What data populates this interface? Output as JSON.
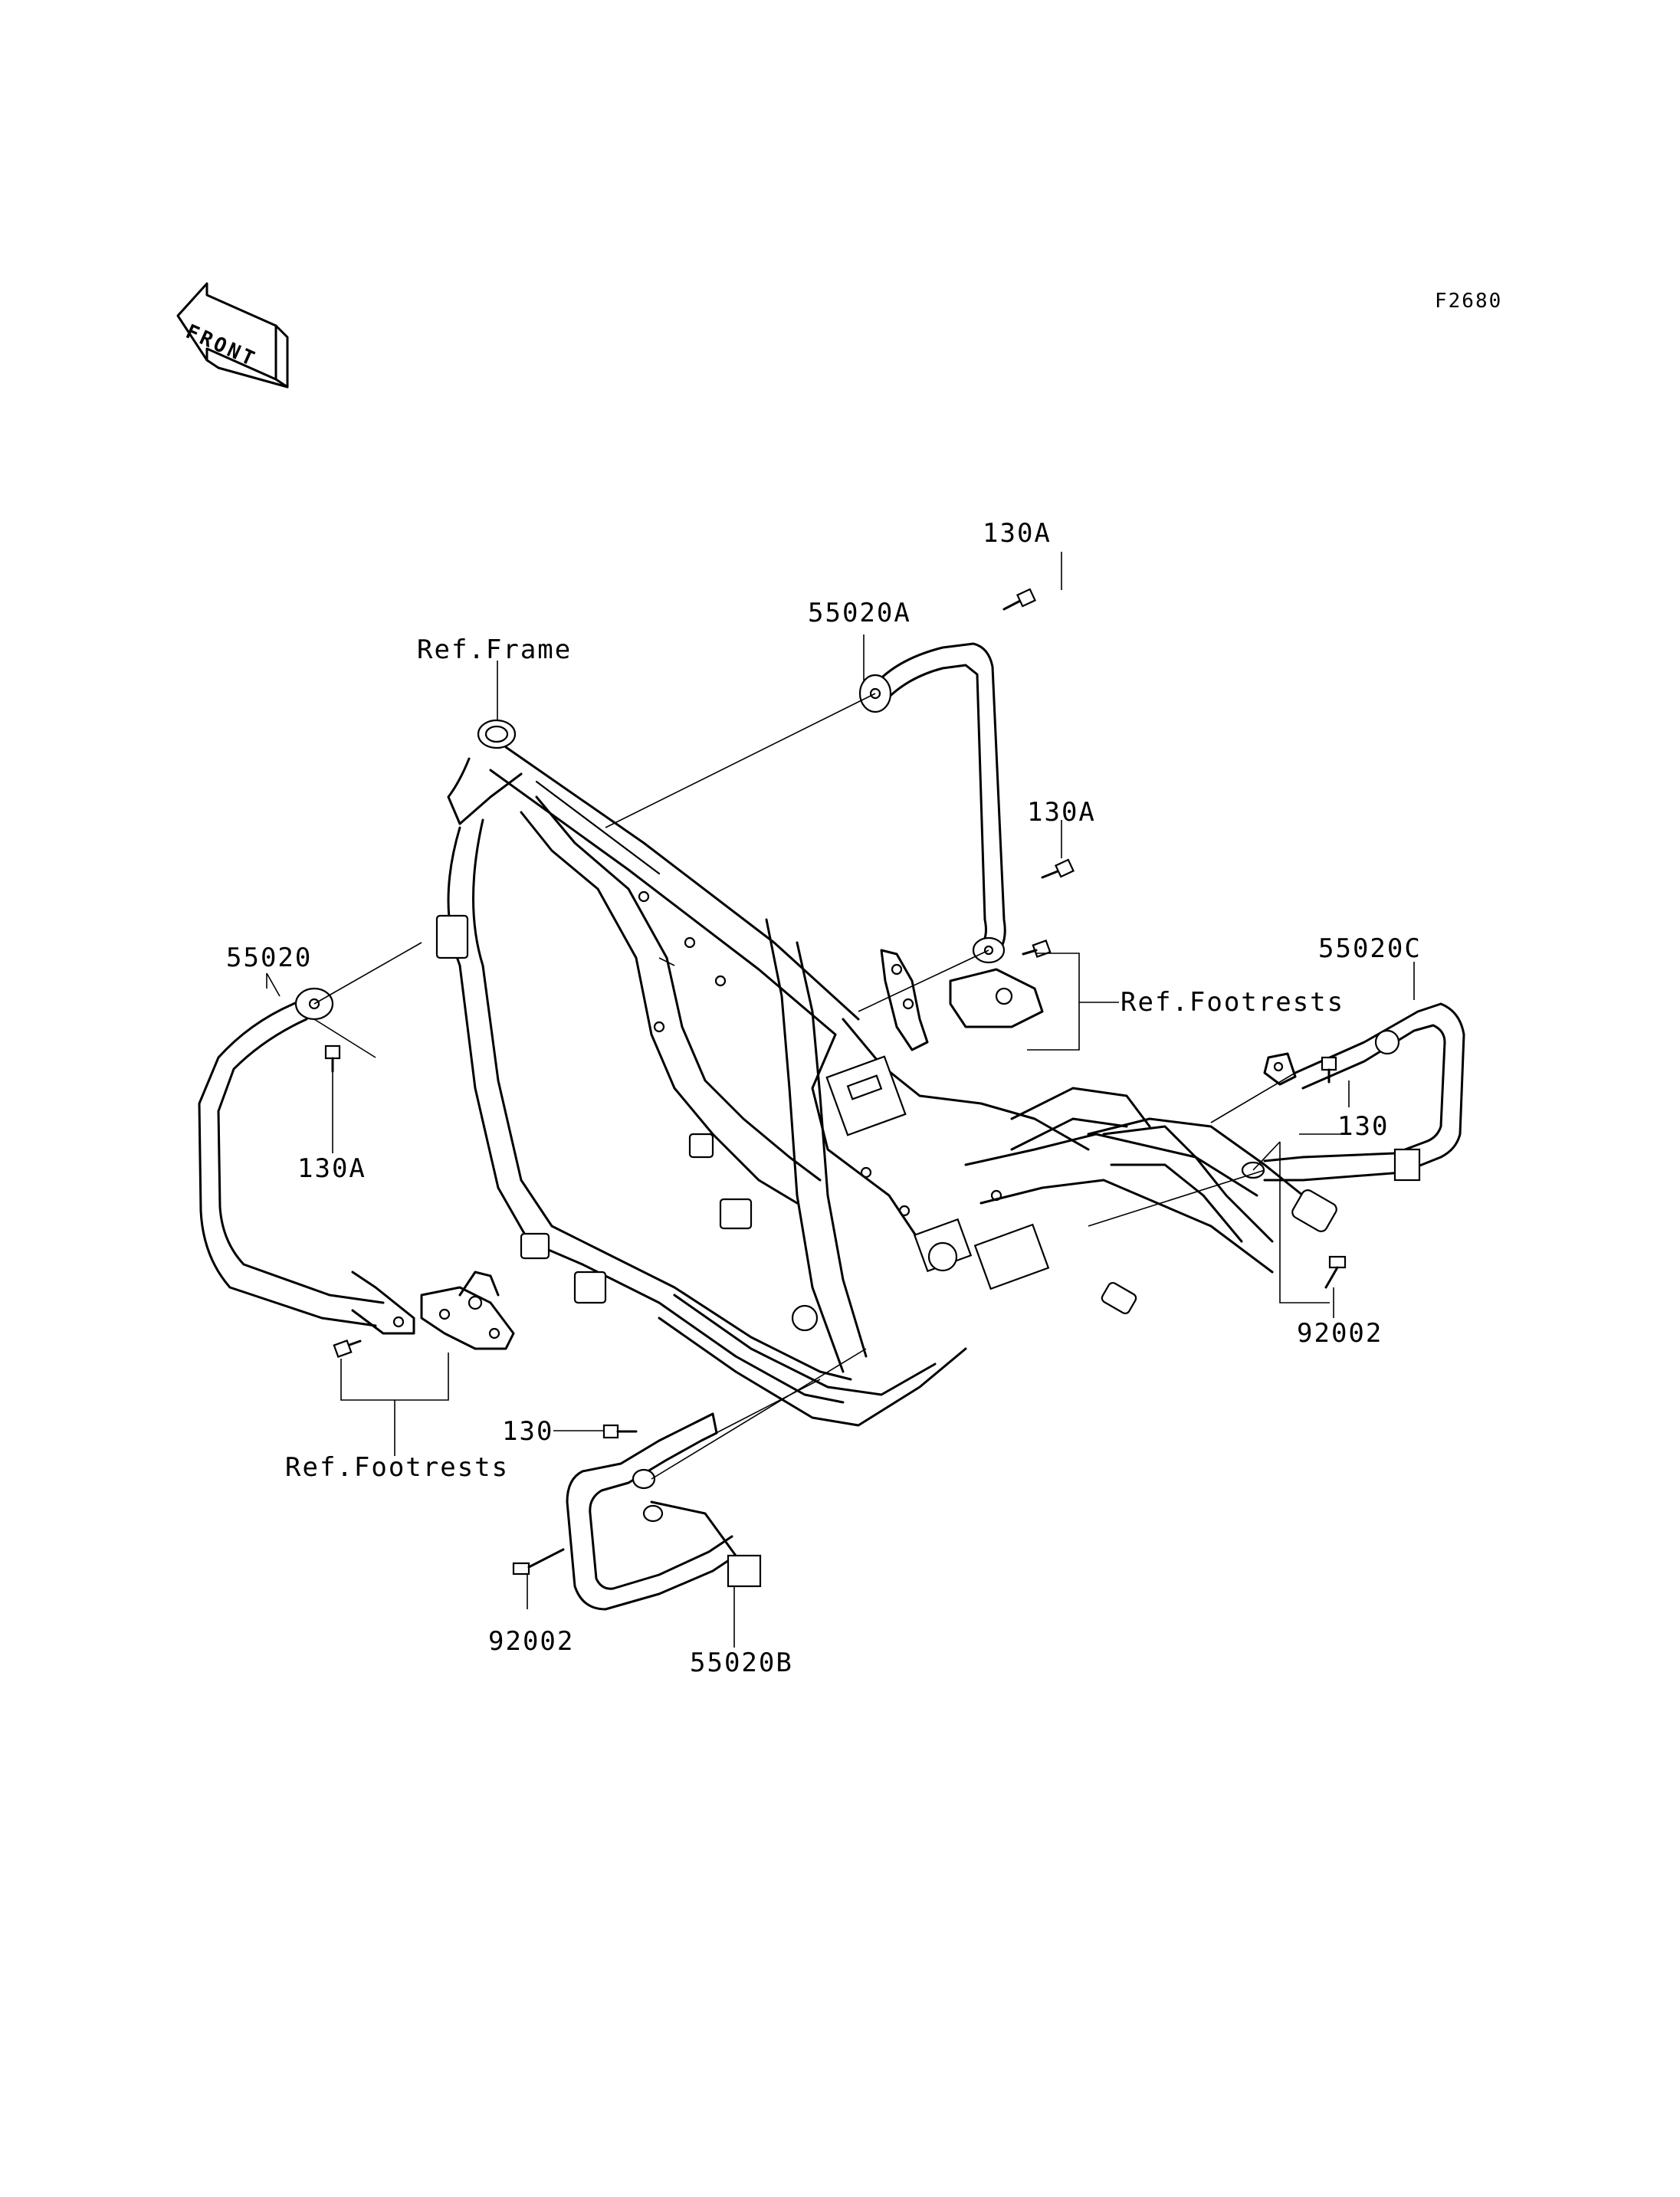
{
  "figure_code": "F2680",
  "front_arrow": {
    "text": "FRONT",
    "icon": "front-direction-arrow"
  },
  "labels": {
    "ref_frame": "Ref.Frame",
    "p55020A": "55020A",
    "b130A_top": "130A",
    "b130A_mid": "130A",
    "b130A_left": "130A",
    "p55020": "55020",
    "ref_footrests_right": "Ref.Footrests",
    "ref_footrests_left": "Ref.Footrests",
    "p55020C": "55020C",
    "b130_right": "130",
    "b130_left": "130",
    "b92002_right": "92002",
    "b92002_left": "92002",
    "p55020B": "55020B"
  }
}
